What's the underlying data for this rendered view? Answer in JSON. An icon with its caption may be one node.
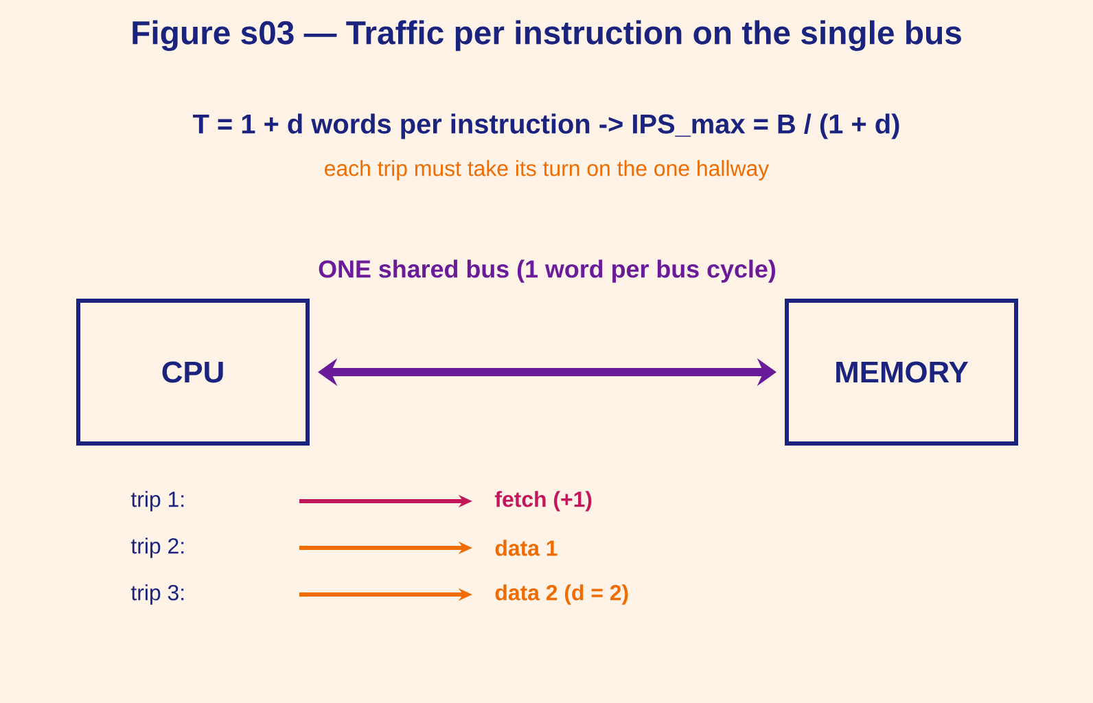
{
  "diagram": {
    "title": "Figure s03 — Traffic per instruction on the single bus",
    "nodes": [
      {
        "text": [
          "CPU"
        ]
      },
      {
        "text": [
          "MEMORY"
        ]
      },
      {
        "text": [
          "trip 1:"
        ]
      },
      {
        "text": [
          "fetch (+1)"
        ]
      },
      {
        "text": [
          "trip 2:"
        ]
      },
      {
        "text": [
          "data 1"
        ]
      },
      {
        "text": [
          "trip 3:"
        ]
      },
      {
        "text": [
          "data 2  (d = 2)"
        ]
      }
    ],
    "edges": [
      {
        "from": 0,
        "to": 1,
        "arrow": "both",
        "label": "ONE shared bus  (1 word per bus cycle)",
        "style": "thick",
        "color": "#6a1b9a"
      },
      {
        "from": null,
        "to": 3,
        "arrow": "to",
        "color": "#c2185b"
      },
      {
        "from": null,
        "to": 5,
        "arrow": "to",
        "color": "#ef6c00"
      },
      {
        "from": null,
        "to": 7,
        "arrow": "to",
        "color": "#ef6c00"
      }
    ],
    "labels": [
      "T = 1 + d  words per instruction  ->  IPS_max = B / (1 + d)",
      "each trip must take its turn on the one hallway"
    ]
  }
}
